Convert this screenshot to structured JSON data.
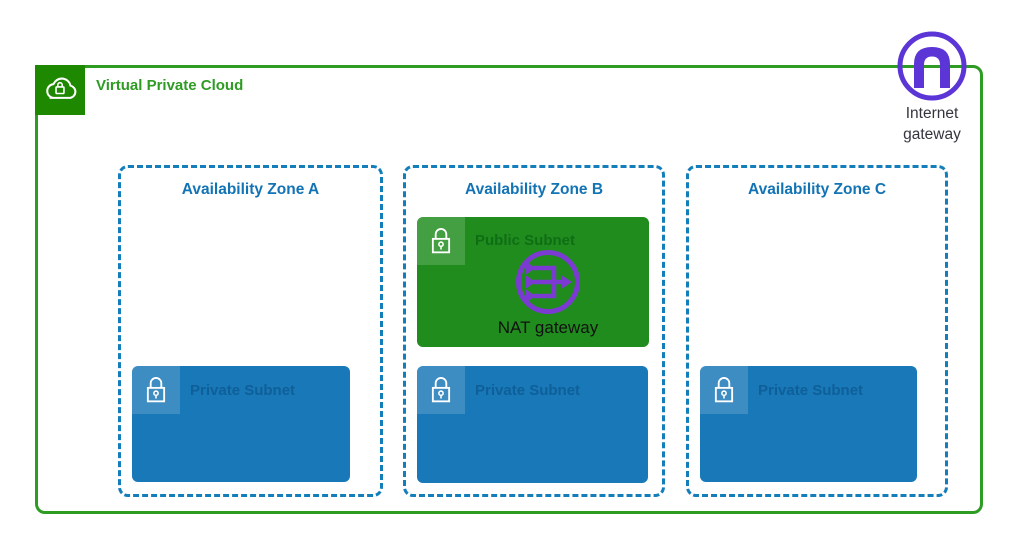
{
  "diagram": {
    "vpc": {
      "label": "Virtual Private Cloud",
      "icon": "cloud-lock-icon",
      "border_color": "#2E9C23",
      "icon_bg_color": "#1E8900",
      "label_color": "#2E9C23"
    },
    "internet_gateway": {
      "label_line1": "Internet",
      "label_line2": "gateway",
      "icon": "internet-gateway-arch-icon",
      "color": "#5B35D6",
      "label_color": "#35353F"
    },
    "zones": [
      {
        "label": "Availability Zone A"
      },
      {
        "label": "Availability Zone B"
      },
      {
        "label": "Availability Zone C"
      }
    ],
    "zone_style": {
      "border_color": "#147EBA",
      "title_color": "#1273B5",
      "border": "dashed"
    },
    "public_subnet": {
      "label": "Public Subnet",
      "icon": "padlock-icon",
      "bg_color": "#218C1E",
      "text_color": "#0E6E14"
    },
    "nat_gateway": {
      "label": "NAT gateway",
      "icon": "nat-merge-arrows-icon",
      "color": "#7B3AD2",
      "label_color": "#111111"
    },
    "private_subnet": {
      "label": "Private Subnet",
      "icon": "padlock-icon",
      "bg_color": "#1878B8",
      "text_color": "#0F5F98"
    }
  }
}
